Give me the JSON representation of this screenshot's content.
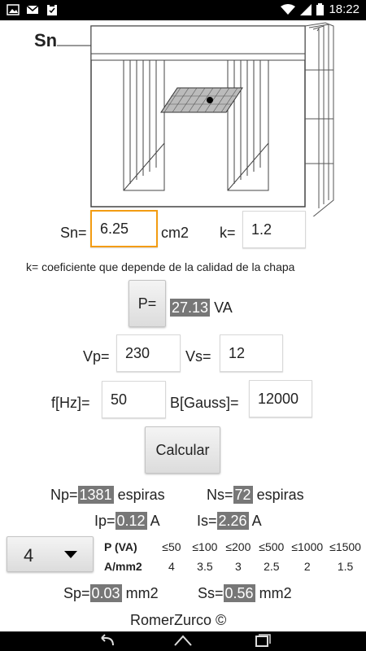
{
  "status_bar": {
    "time": "18:22"
  },
  "figure": {
    "sn_label": "Sn"
  },
  "sn": {
    "label": "Sn=",
    "value": "6.25",
    "unit": "cm2"
  },
  "k": {
    "label": "k=",
    "value": "1.2",
    "note": "k= coeficiente que depende de la calidad de la chapa"
  },
  "power": {
    "button_label": "P=",
    "value": "27.13",
    "unit": "VA"
  },
  "voltage": {
    "vp_label": "Vp=",
    "vp_value": "230",
    "vs_label": "Vs=",
    "vs_value": "12"
  },
  "freq_field": {
    "f_label": "f[Hz]=",
    "f_value": "50",
    "b_label": "B[Gauss]=",
    "b_value": "12000"
  },
  "calc_button": {
    "label": "Calcular"
  },
  "turns": {
    "np_label": "Np=",
    "np_value": "1381",
    "ns_label": "Ns=",
    "ns_value": "72",
    "unit": "espiras"
  },
  "currents": {
    "ip_label": "Ip=",
    "ip_value": "0.12",
    "is_label": "Is=",
    "is_value": "2.26",
    "unit": "A"
  },
  "density_select": {
    "value": "4"
  },
  "density_table": {
    "p_header": "P (VA)",
    "p_values": [
      "≤50",
      "≤100",
      "≤200",
      "≤500",
      "≤1000",
      "≤1500"
    ],
    "a_header": "A/mm2",
    "a_values": [
      "4",
      "3.5",
      "3",
      "2.5",
      "2",
      "1.5"
    ]
  },
  "sections": {
    "sp_label": "Sp=",
    "sp_value": "0.03",
    "ss_label": "Ss=",
    "ss_value": "0.56",
    "unit": "mm2"
  },
  "footer": {
    "credit": "RomerZurco ©"
  },
  "colors": {
    "focus_border": "#f39c12",
    "result_bg": "#777777"
  }
}
